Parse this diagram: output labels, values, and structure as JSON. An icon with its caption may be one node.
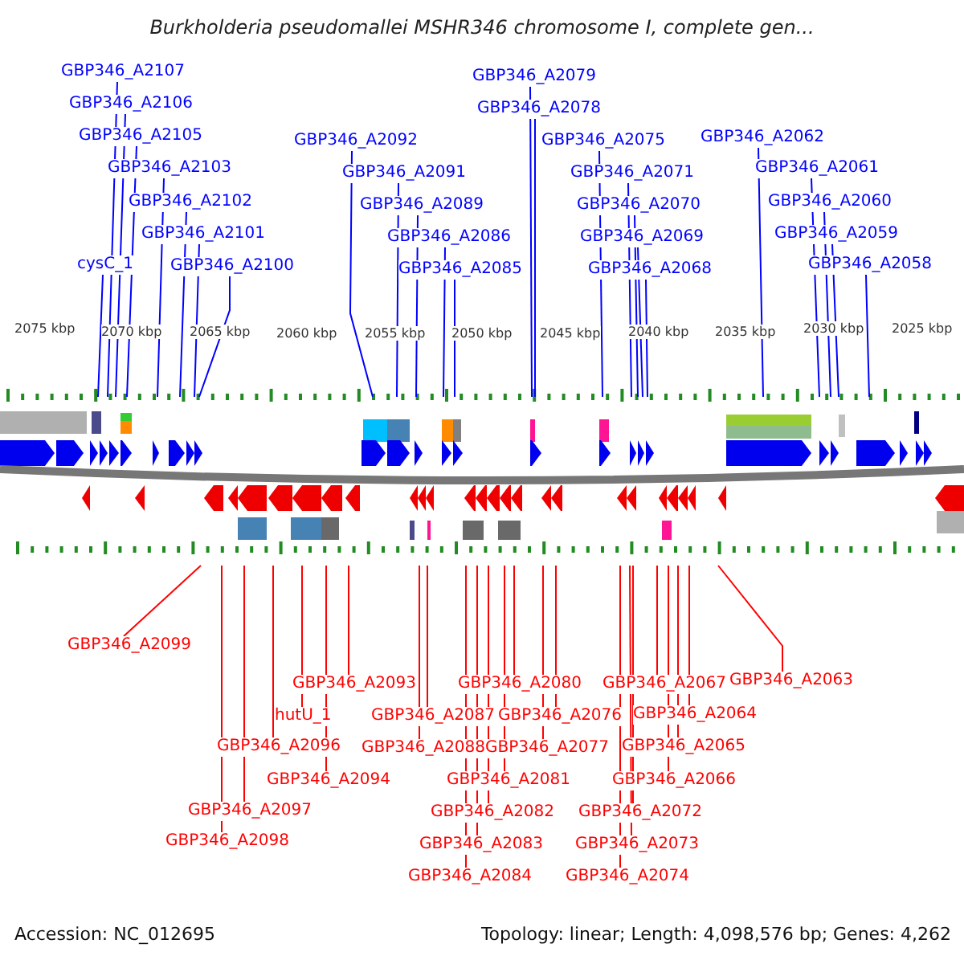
{
  "diagram": {
    "title": "Burkholderia pseudomallei MSHR346 chromosome I, complete gen...",
    "nodes": [
      {
        "text": [
          "GBP346_A2107"
        ]
      },
      {
        "text": [
          "GBP346_A2106"
        ]
      },
      {
        "text": [
          "GBP346_A2105"
        ]
      },
      {
        "text": [
          "GBP346_A2103"
        ]
      },
      {
        "text": [
          "GBP346_A2102"
        ]
      },
      {
        "text": [
          "GBP346_A2101"
        ]
      },
      {
        "text": [
          "cysC_1"
        ]
      },
      {
        "text": [
          "GBP346_A2100"
        ]
      },
      {
        "text": [
          "GBP346_A2092"
        ]
      },
      {
        "text": [
          "GBP346_A2091"
        ]
      },
      {
        "text": [
          "GBP346_A2089"
        ]
      },
      {
        "text": [
          "GBP346_A2086"
        ]
      },
      {
        "text": [
          "GBP346_A2085"
        ]
      },
      {
        "text": [
          "GBP346_A2079"
        ]
      },
      {
        "text": [
          "GBP346_A2078"
        ]
      },
      {
        "text": [
          "GBP346_A2075"
        ]
      },
      {
        "text": [
          "GBP346_A2071"
        ]
      },
      {
        "text": [
          "GBP346_A2070"
        ]
      },
      {
        "text": [
          "GBP346_A2069"
        ]
      },
      {
        "text": [
          "GBP346_A2068"
        ]
      },
      {
        "text": [
          "GBP346_A2062"
        ]
      },
      {
        "text": [
          "GBP346_A2061"
        ]
      },
      {
        "text": [
          "GBP346_A2060"
        ]
      },
      {
        "text": [
          "GBP346_A2059"
        ]
      },
      {
        "text": [
          "GBP346_A2058"
        ]
      },
      {
        "text": [
          "GBP346_A2099"
        ]
      },
      {
        "text": [
          "GBP346_A2093"
        ]
      },
      {
        "text": [
          "hutU_1"
        ]
      },
      {
        "text": [
          "GBP346_A2096"
        ]
      },
      {
        "text": [
          "GBP346_A2094"
        ]
      },
      {
        "text": [
          "GBP346_A2097"
        ]
      },
      {
        "text": [
          "GBP346_A2098"
        ]
      },
      {
        "text": [
          "GBP346_A2087"
        ]
      },
      {
        "text": [
          "GBP346_A2088"
        ]
      },
      {
        "text": [
          "GBP346_A2080"
        ]
      },
      {
        "text": [
          "GBP346_A2076"
        ]
      },
      {
        "text": [
          "GBP346_A2077"
        ]
      },
      {
        "text": [
          "GBP346_A2081"
        ]
      },
      {
        "text": [
          "GBP346_A2082"
        ]
      },
      {
        "text": [
          "GBP346_A2083"
        ]
      },
      {
        "text": [
          "GBP346_A2084"
        ]
      },
      {
        "text": [
          "GBP346_A2067"
        ]
      },
      {
        "text": [
          "GBP346_A2064"
        ]
      },
      {
        "text": [
          "GBP346_A2065"
        ]
      },
      {
        "text": [
          "GBP346_A2066"
        ]
      },
      {
        "text": [
          "GBP346_A2072"
        ]
      },
      {
        "text": [
          "GBP346_A2073"
        ]
      },
      {
        "text": [
          "GBP346_A2074"
        ]
      },
      {
        "text": [
          "GBP346_A2063"
        ]
      }
    ],
    "edges": [
      {
        "from": 0,
        "to": null,
        "arrow": "none",
        "color": "#0000ff"
      },
      {
        "from": 1,
        "to": null,
        "arrow": "none",
        "color": "#0000ff"
      },
      {
        "from": 2,
        "to": null,
        "arrow": "none",
        "color": "#0000ff"
      },
      {
        "from": 3,
        "to": null,
        "arrow": "none",
        "color": "#0000ff"
      },
      {
        "from": 4,
        "to": null,
        "arrow": "none",
        "color": "#0000ff"
      },
      {
        "from": 5,
        "to": null,
        "arrow": "none",
        "color": "#0000ff"
      },
      {
        "from": 6,
        "to": null,
        "arrow": "none",
        "color": "#0000ff"
      },
      {
        "from": 7,
        "to": null,
        "arrow": "none",
        "color": "#0000ff"
      },
      {
        "from": 8,
        "to": null,
        "arrow": "none",
        "color": "#0000ff"
      },
      {
        "from": 9,
        "to": null,
        "arrow": "none",
        "color": "#0000ff"
      },
      {
        "from": 10,
        "to": null,
        "arrow": "none",
        "color": "#0000ff"
      },
      {
        "from": 11,
        "to": null,
        "arrow": "none",
        "color": "#0000ff"
      },
      {
        "from": 12,
        "to": null,
        "arrow": "none",
        "color": "#0000ff"
      },
      {
        "from": 13,
        "to": null,
        "arrow": "none",
        "color": "#0000ff"
      },
      {
        "from": 14,
        "to": null,
        "arrow": "none",
        "color": "#0000ff"
      },
      {
        "from": 15,
        "to": null,
        "arrow": "none",
        "color": "#0000ff"
      },
      {
        "from": 16,
        "to": null,
        "arrow": "none",
        "color": "#0000ff"
      },
      {
        "from": 17,
        "to": null,
        "arrow": "none",
        "color": "#0000ff"
      },
      {
        "from": 18,
        "to": null,
        "arrow": "none",
        "color": "#0000ff"
      },
      {
        "from": 19,
        "to": null,
        "arrow": "none",
        "color": "#0000ff"
      },
      {
        "from": 20,
        "to": null,
        "arrow": "none",
        "color": "#0000ff"
      },
      {
        "from": 21,
        "to": null,
        "arrow": "none",
        "color": "#0000ff"
      },
      {
        "from": 22,
        "to": null,
        "arrow": "none",
        "color": "#0000ff"
      },
      {
        "from": 23,
        "to": null,
        "arrow": "none",
        "color": "#0000ff"
      },
      {
        "from": 24,
        "to": null,
        "arrow": "none",
        "color": "#0000ff"
      },
      {
        "from": 25,
        "to": null,
        "arrow": "none",
        "color": "#ff0000"
      },
      {
        "from": 26,
        "to": null,
        "arrow": "none",
        "color": "#ff0000"
      },
      {
        "from": 27,
        "to": null,
        "arrow": "none",
        "color": "#ff0000"
      },
      {
        "from": 28,
        "to": null,
        "arrow": "none",
        "color": "#ff0000"
      },
      {
        "from": 29,
        "to": null,
        "arrow": "none",
        "color": "#ff0000"
      },
      {
        "from": 30,
        "to": null,
        "arrow": "none",
        "color": "#ff0000"
      },
      {
        "from": 31,
        "to": null,
        "arrow": "none",
        "color": "#ff0000"
      },
      {
        "from": 32,
        "to": null,
        "arrow": "none",
        "color": "#ff0000"
      },
      {
        "from": 33,
        "to": null,
        "arrow": "none",
        "color": "#ff0000"
      },
      {
        "from": 34,
        "to": null,
        "arrow": "none",
        "color": "#ff0000"
      },
      {
        "from": 35,
        "to": null,
        "arrow": "none",
        "color": "#ff0000"
      },
      {
        "from": 36,
        "to": null,
        "arrow": "none",
        "color": "#ff0000"
      },
      {
        "from": 37,
        "to": null,
        "arrow": "none",
        "color": "#ff0000"
      },
      {
        "from": 38,
        "to": null,
        "arrow": "none",
        "color": "#ff0000"
      },
      {
        "from": 39,
        "to": null,
        "arrow": "none",
        "color": "#ff0000"
      },
      {
        "from": 40,
        "to": null,
        "arrow": "none",
        "color": "#ff0000"
      },
      {
        "from": 41,
        "to": null,
        "arrow": "none",
        "color": "#ff0000"
      },
      {
        "from": 42,
        "to": null,
        "arrow": "none",
        "color": "#ff0000"
      },
      {
        "from": 43,
        "to": null,
        "arrow": "none",
        "color": "#ff0000"
      },
      {
        "from": 44,
        "to": null,
        "arrow": "none",
        "color": "#ff0000"
      },
      {
        "from": 45,
        "to": null,
        "arrow": "none",
        "color": "#ff0000"
      },
      {
        "from": 46,
        "to": null,
        "arrow": "none",
        "color": "#ff0000"
      },
      {
        "from": 47,
        "to": null,
        "arrow": "none",
        "color": "#ff0000"
      },
      {
        "from": 48,
        "to": null,
        "arrow": "none",
        "color": "#ff0000"
      }
    ],
    "labels": [
      "2075 kbp",
      "2070 kbp",
      "2065 kbp",
      "2060 kbp",
      "2055 kbp",
      "2050 kbp",
      "2045 kbp",
      "2040 kbp",
      "2035 kbp",
      "2030 kbp",
      "2025 kbp",
      "Accession: NC_012695",
      "Topology: linear; Length: 4,098,576 bp; Genes: 4,262"
    ]
  }
}
